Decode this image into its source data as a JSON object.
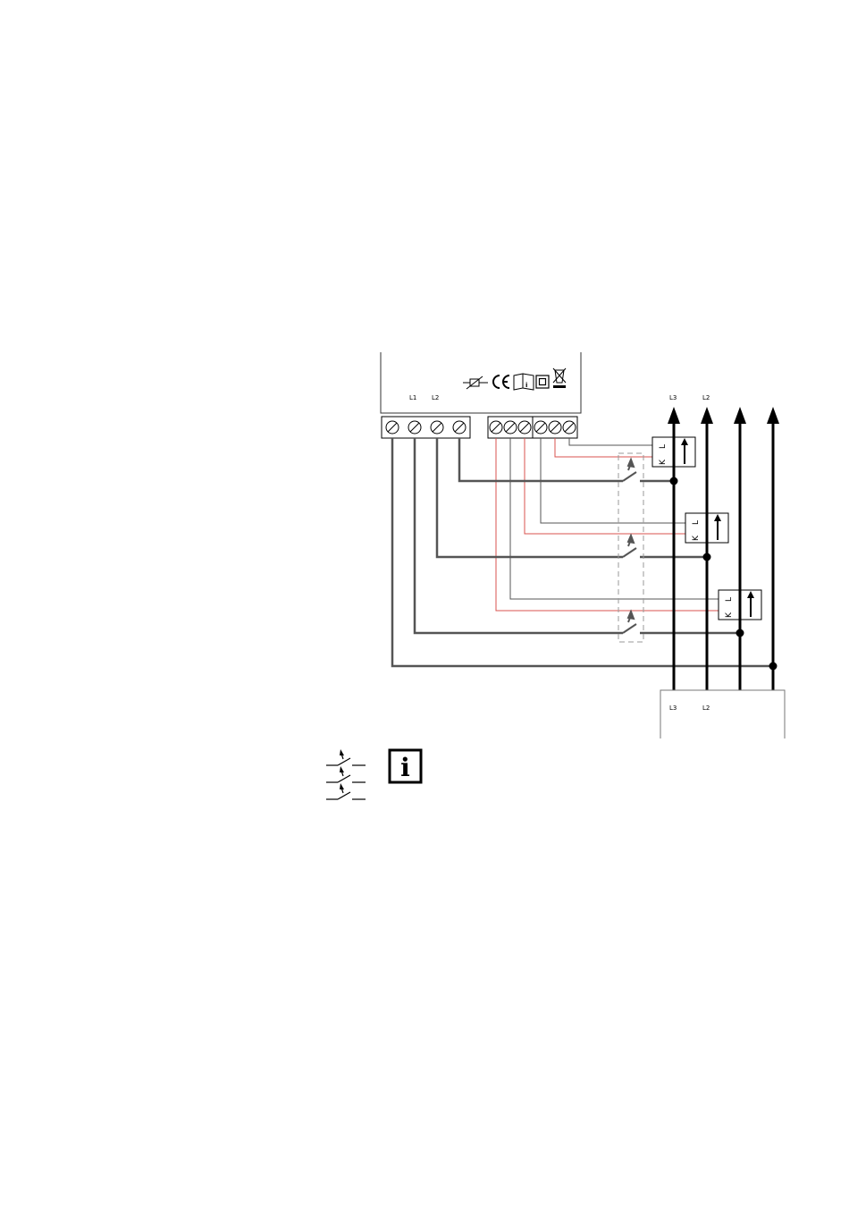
{
  "device": {
    "terminal_labels": [
      "L1",
      "L2"
    ],
    "symbols": [
      "thermistor-symbol",
      "ce-mark",
      "manual-icon",
      "double-insulation-icon",
      "weee-bin-icon"
    ]
  },
  "busbars": {
    "top_labels": [
      "L3",
      "L2"
    ],
    "bottom_labels": [
      "L3",
      "L2"
    ]
  },
  "current_transformers": [
    {
      "k": "K",
      "l": "L"
    },
    {
      "k": "K",
      "l": "L"
    },
    {
      "k": "K",
      "l": "L"
    }
  ],
  "info_box": {
    "letter": "i"
  },
  "colors": {
    "wire_dark": "#555555",
    "wire_red": "#d9534f",
    "busbar": "#000000",
    "switch_dash": "#999999"
  }
}
